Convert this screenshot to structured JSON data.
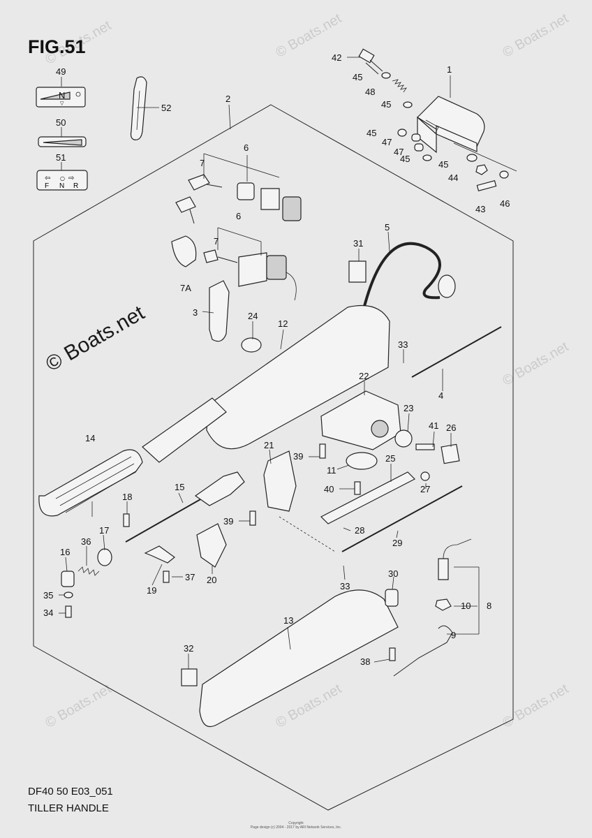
{
  "figure": {
    "title": "FIG.51",
    "code": "DF40 50 E03_051",
    "name": "TILLER HANDLE",
    "watermark": "© Boats.net",
    "copyright_line1": "Copyright",
    "copyright_line2": "Page design (c) 2004 - 2017 by ARI Network Services, Inc."
  },
  "decals": {
    "neutral_label": "N",
    "shift_labels": [
      "F",
      "N",
      "R"
    ]
  },
  "callouts": [
    "1",
    "2",
    "3",
    "4",
    "5",
    "6",
    "6",
    "7",
    "7",
    "7A",
    "8",
    "9",
    "10",
    "11",
    "12",
    "13",
    "14",
    "15",
    "16",
    "17",
    "18",
    "19",
    "20",
    "21",
    "22",
    "23",
    "24",
    "25",
    "26",
    "27",
    "28",
    "29",
    "30",
    "31",
    "32",
    "33",
    "33",
    "34",
    "35",
    "36",
    "37",
    "38",
    "39",
    "39",
    "40",
    "41",
    "42",
    "43",
    "44",
    "45",
    "45",
    "45",
    "45",
    "45",
    "46",
    "47",
    "47",
    "48",
    "49",
    "50",
    "51",
    "52"
  ],
  "colors": {
    "background": "#e9e9e9",
    "line": "#222222",
    "watermark": "#1a1a1a"
  }
}
